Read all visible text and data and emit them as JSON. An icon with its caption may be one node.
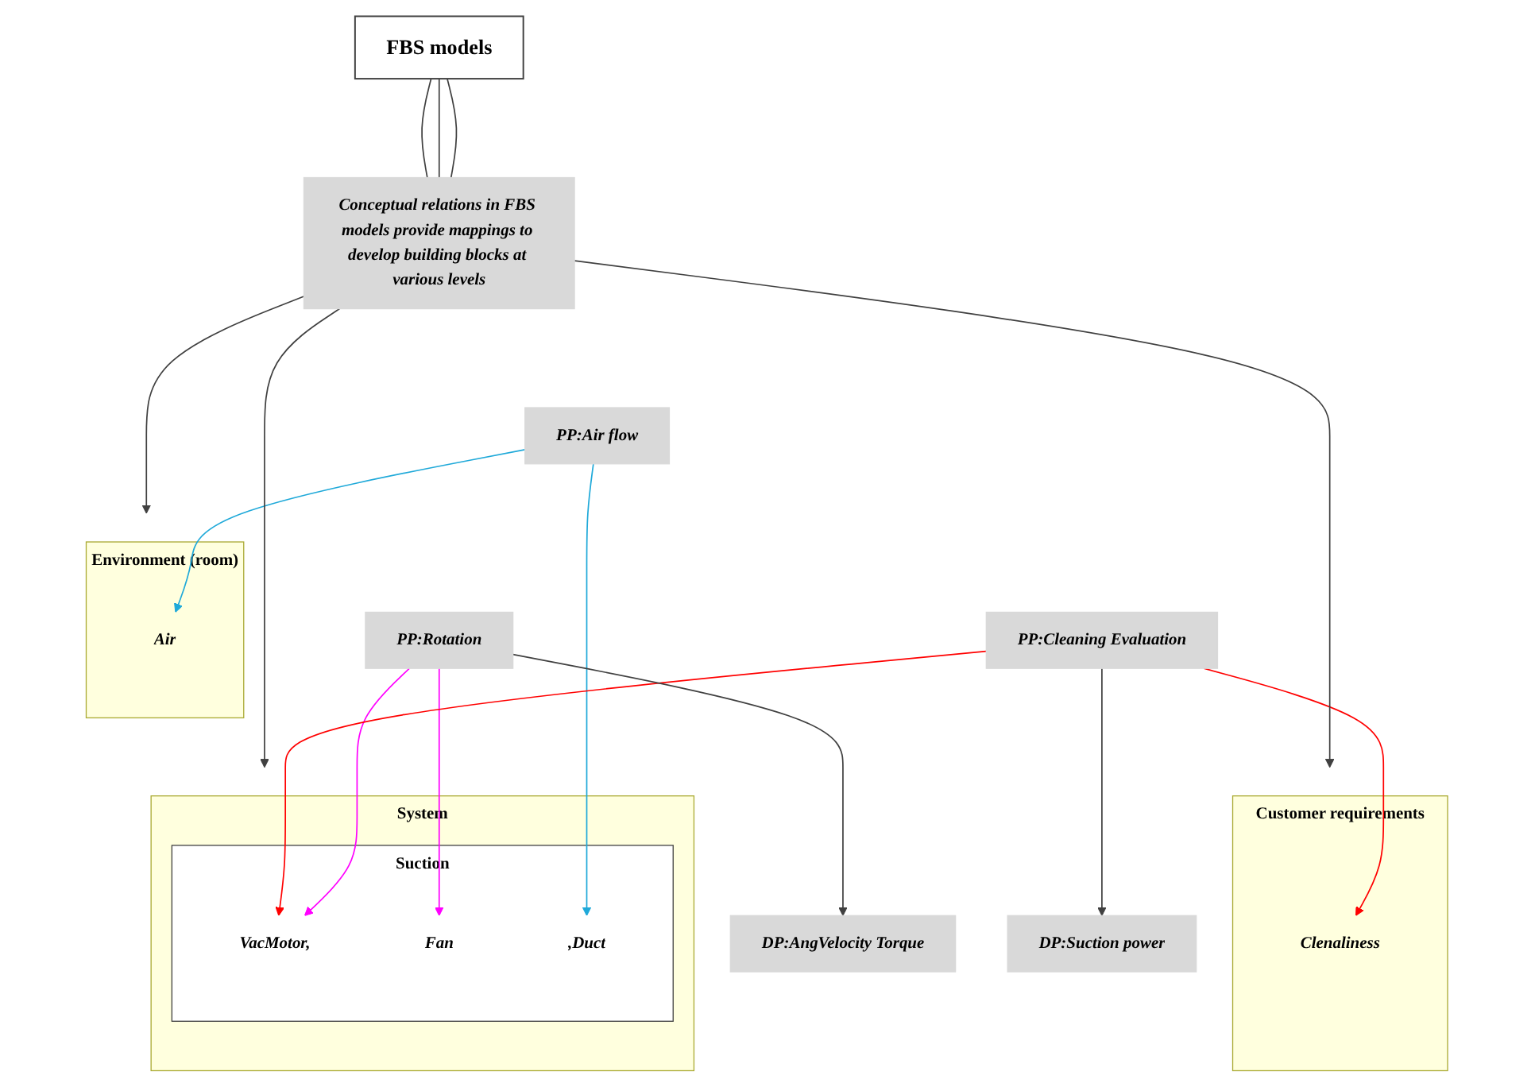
{
  "diagram": {
    "nodes": [
      {
        "text": [
          "FBS models"
        ]
      },
      {
        "text": [
          "Conceptual relations in FBS models provide mappings to develop building blocks at various levels"
        ]
      },
      {
        "text": [
          "System"
        ]
      },
      {
        "text": [
          "Suction"
        ],
        "in": 2
      },
      {
        "text": [
          "VacMotor,"
        ],
        "in": 3
      },
      {
        "text": [
          "Fan"
        ],
        "in": 3
      },
      {
        "text": [
          ",Duct"
        ],
        "in": 3
      },
      {
        "text": [
          "Environment (room)"
        ]
      },
      {
        "text": [
          "Air"
        ],
        "in": 7
      },
      {
        "text": [
          "Customer requirements"
        ]
      },
      {
        "text": [
          "Clenaliness"
        ],
        "in": 9
      },
      {
        "text": [
          "PP:Rotation"
        ]
      },
      {
        "text": [
          "DP:AngVelocity Torque"
        ]
      },
      {
        "text": [
          "PP:Air flow"
        ]
      },
      {
        "text": [
          "PP:Cleaning Evaluation"
        ]
      },
      {
        "text": [
          "DP:Suction power"
        ]
      }
    ],
    "edges": [
      {
        "from": 0,
        "to": 1,
        "arrow": "none"
      },
      {
        "from": 0,
        "to": 1,
        "arrow": "none"
      },
      {
        "from": 0,
        "to": 1,
        "arrow": "none"
      },
      {
        "from": 1,
        "to": 2,
        "arrow": "to"
      },
      {
        "from": 1,
        "to": 7,
        "arrow": "to"
      },
      {
        "from": 1,
        "to": 9,
        "arrow": "to"
      },
      {
        "from": 11,
        "to": 4,
        "arrow": "to",
        "color": "#ff00ff"
      },
      {
        "from": 11,
        "to": 5,
        "arrow": "to",
        "color": "#ff00ff"
      },
      {
        "from": 13,
        "to": 6,
        "arrow": "to",
        "color": "#1fa9d9"
      },
      {
        "from": 13,
        "to": 8,
        "arrow": "to",
        "color": "#1fa9d9"
      },
      {
        "from": 14,
        "to": 4,
        "arrow": "to",
        "color": "#ff0000"
      },
      {
        "from": 14,
        "to": 10,
        "arrow": "to",
        "color": "#ff0000"
      },
      {
        "from": 11,
        "to": 12,
        "arrow": "to"
      },
      {
        "from": 14,
        "to": 15,
        "arrow": "to"
      }
    ]
  }
}
